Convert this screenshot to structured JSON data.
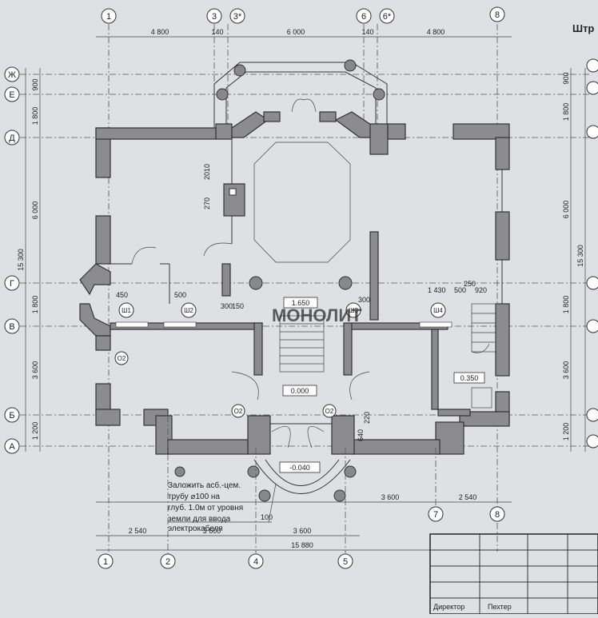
{
  "header": {
    "title_fragment": "Штр"
  },
  "axes": {
    "top": [
      "1",
      "3",
      "3*",
      "6",
      "6*",
      "8"
    ],
    "bottom": [
      "1",
      "2",
      "4",
      "5",
      "7",
      "8"
    ],
    "left": [
      "Ж",
      "Е",
      "Д",
      "Г",
      "В",
      "Б",
      "А"
    ]
  },
  "dims": {
    "top": [
      "4 800",
      "140",
      "6 000",
      "140",
      "4 800"
    ],
    "left": [
      "900",
      "1 800",
      "6 000",
      "1 800",
      "3 600",
      "1 200",
      "15 300"
    ],
    "right": [
      "900",
      "1 800",
      "6 000",
      "1 800",
      "3 600",
      "1 200",
      "15 300"
    ],
    "bottom": [
      "2 540",
      "3 600",
      "3 600",
      "15 880"
    ],
    "lower_right": [
      "3 600",
      "2 540"
    ]
  },
  "labels": {
    "levels": [
      "1.650",
      "0.000",
      "-0.040",
      "0.350"
    ],
    "shafts": [
      "Ш1",
      "Ш2",
      "Ш3",
      "Ш4"
    ],
    "o2": "О2",
    "small_dims": [
      "450",
      "500",
      "300",
      "1 430",
      "500",
      "920",
      "250",
      "640",
      "220",
      "100"
    ],
    "fireplace_dims": [
      "270",
      "2010"
    ],
    "row3": [
      "300",
      "150"
    ],
    "note_lines": [
      "Заложить асб.-цем.",
      "трубу ⌀100 на",
      "глуб. 1.0м от уровня",
      "земли для ввода",
      "электрокабеля"
    ],
    "watermark": "МОНОЛИТ"
  },
  "title_block": {
    "director": "Директор",
    "name": "Пехтер"
  },
  "colors": {
    "paper": "#dfe0e4",
    "wall": "#8c8c8f",
    "ink": "#222222"
  }
}
